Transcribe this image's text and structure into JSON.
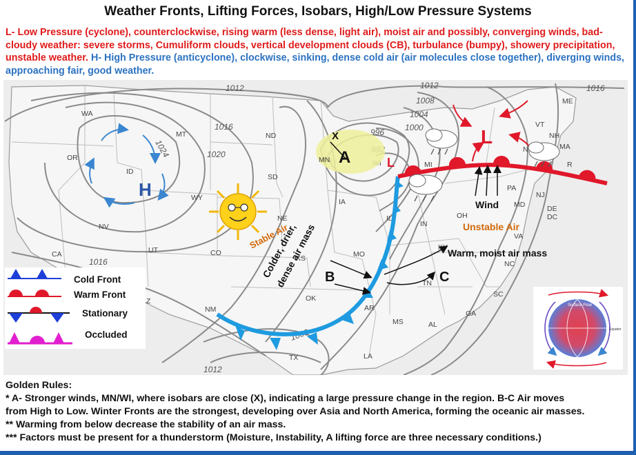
{
  "title": "Weather Fronts, Lifting Forces, Isobars, High/Low Pressure Systems",
  "intro": {
    "low": "L- Low Pressure (cyclone), counterclockwise, rising warm (less dense, light air), moist air and possibly, converging winds, bad- cloudy weather: severe storms,  Cumuliform clouds, vertical development clouds (CB), turbulance (bumpy), showery precipitation, unstable weather.",
    "high": "H- High Pressure (anticyclone), clockwise, sinking, dense cold air (air molecules close together), diverging winds, approaching fair, good weather."
  },
  "map": {
    "states": {
      "WA": "WA",
      "OR": "OR",
      "CA": "CA",
      "NV": "NV",
      "ID": "ID",
      "MT": "MT",
      "WY": "WY",
      "UT": "UT",
      "CO": "CO",
      "AZ": "AZ",
      "NM": "NM",
      "ND": "ND",
      "SD": "SD",
      "NE": "NE",
      "KS": "KS",
      "OK": "OK",
      "TX": "TX",
      "MN": "MN",
      "IA": "IA",
      "MO": "MO",
      "AR": "AR",
      "LA": "LA",
      "WI": "WI",
      "IL": "IL",
      "MI": "MI",
      "IN": "IN",
      "OH": "OH",
      "KY": "KY",
      "TN": "TN",
      "MS": "MS",
      "AL": "AL",
      "GA": "GA",
      "SC": "SC",
      "NC": "NC",
      "VA": "VA",
      "PA": "PA",
      "NY": "NY",
      "VT": "VT",
      "NH": "NH",
      "ME": "ME",
      "MA": "MA",
      "R": "R",
      "NJ": "NJ",
      "MD": "MD",
      "DE": "DE",
      "DC": "DC"
    },
    "isobars": {
      "i1012a": "1012",
      "i1016a": "1016",
      "i1024": "1024",
      "i1020": "1020",
      "i1016b": "1016",
      "i1016c": "1016",
      "i1012b": "1012",
      "i1008a": "1008",
      "i1004": "1004",
      "i1000": "1000",
      "i996": "996",
      "i992": "992",
      "i1008b": "1008",
      "i1012c": "1012"
    },
    "symbols": {
      "high": "H",
      "low": "L",
      "A": "A",
      "B": "B",
      "C": "C",
      "X": "X"
    },
    "labels": {
      "stable_air": "Stable Air",
      "unstable_air": "Unstable Air",
      "colder1": "Colder, drier,",
      "colder2": "dense air mass",
      "warm_moist": "Warm, moist air mass",
      "wind": "Wind"
    },
    "legend": {
      "cold": "Cold Front",
      "warm": "Warm Front",
      "stationary": "Stationary",
      "occluded": "Occluded"
    },
    "globe_labels": {
      "surface_flow": "Surface Flow",
      "equator": "Equator"
    },
    "colors": {
      "cold_front": "#1e9be0",
      "warm_front": "#e0182a",
      "occluded": "#e11fd0",
      "isobar": "#888888",
      "high": "#2b57a8"
    }
  },
  "rules": {
    "heading": "Golden Rules:",
    "r1a": "* A- Stronger winds, MN/WI, where isobars are close (X), indicating a large pressure change in the region. B-C Air moves",
    "r1b": "from High to Low. Winter Fronts are the strongest, developing over Asia and North America, forming the oceanic air masses.",
    "r2": "** Warming from below decrease the stability of an air mass.",
    "r3": "*** Factors must be present for a thunderstorm (Moisture, Instability, A lifting force are three necessary conditions.)"
  }
}
